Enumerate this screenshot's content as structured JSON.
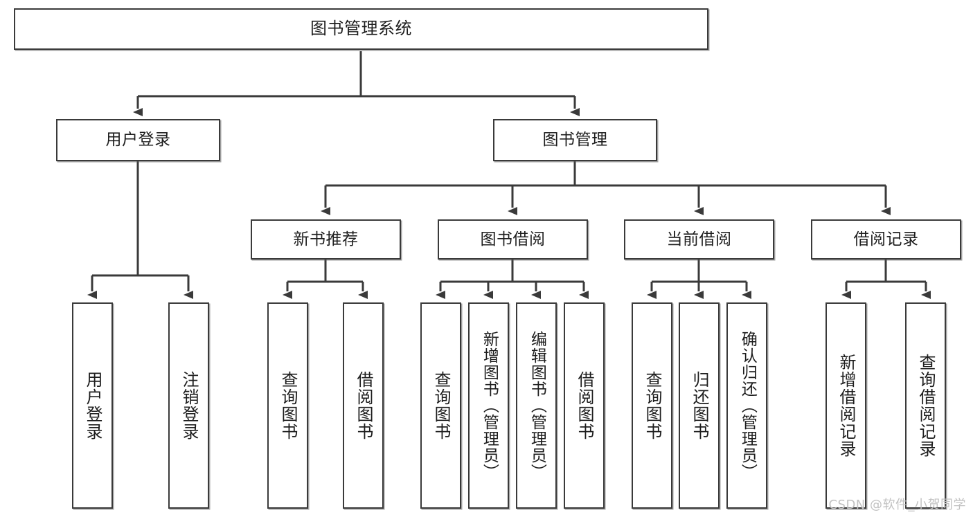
{
  "diagram": {
    "title": "图书管理系统",
    "watermark": "CSDN @软件_小贺同学",
    "nodes": {
      "root": {
        "label": "图书管理系统"
      },
      "level2": [
        {
          "label": "用户登录"
        },
        {
          "label": "图书管理"
        }
      ],
      "level3": [
        {
          "label": "新书推荐"
        },
        {
          "label": "图书借阅"
        },
        {
          "label": "当前借阅"
        },
        {
          "label": "借阅记录"
        }
      ],
      "leaves": [
        {
          "label": "用户登录"
        },
        {
          "label": "注销登录"
        },
        {
          "label": "查询图书"
        },
        {
          "label": "借阅图书"
        },
        {
          "label": "查询图书"
        },
        {
          "label": "新增图书（管理员）"
        },
        {
          "label": "编辑图书（管理员）"
        },
        {
          "label": "借阅图书"
        },
        {
          "label": "查询图书"
        },
        {
          "label": "归还图书"
        },
        {
          "label": "确认归还（管理员）"
        },
        {
          "label": "新增借阅记录"
        },
        {
          "label": "查询借阅记录"
        }
      ]
    },
    "colors": {
      "stroke": "#3a3a3a",
      "fill": "#ffffff",
      "text": "#1d1d1d",
      "watermark": "#c2c2c2"
    }
  }
}
